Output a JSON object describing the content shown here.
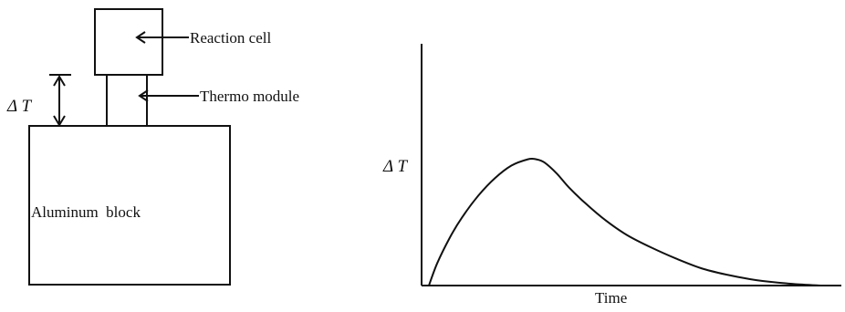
{
  "apparatus": {
    "reaction_cell_label": "Reaction cell",
    "thermo_module_label": "Thermo module",
    "block_label": "Aluminum  block",
    "delta_t_label": "Δ T"
  },
  "chart_data": {
    "type": "line",
    "title": "",
    "xlabel": "Time",
    "ylabel": "Δ T",
    "xlim": [
      0,
      100
    ],
    "ylim": [
      0,
      100
    ],
    "grid": false,
    "series": [
      {
        "x": [
          0,
          2,
          5,
          8,
          12,
          16,
          20,
          24,
          26,
          28,
          31,
          34,
          38,
          43,
          48,
          54,
          60,
          66,
          72,
          78,
          84,
          90,
          95
        ],
        "y": [
          0,
          14,
          30,
          43,
          57,
          68,
          76,
          80,
          80,
          78,
          71,
          62,
          52,
          41,
          32,
          24,
          17,
          11,
          7,
          4,
          2,
          0.7,
          0
        ]
      }
    ]
  }
}
